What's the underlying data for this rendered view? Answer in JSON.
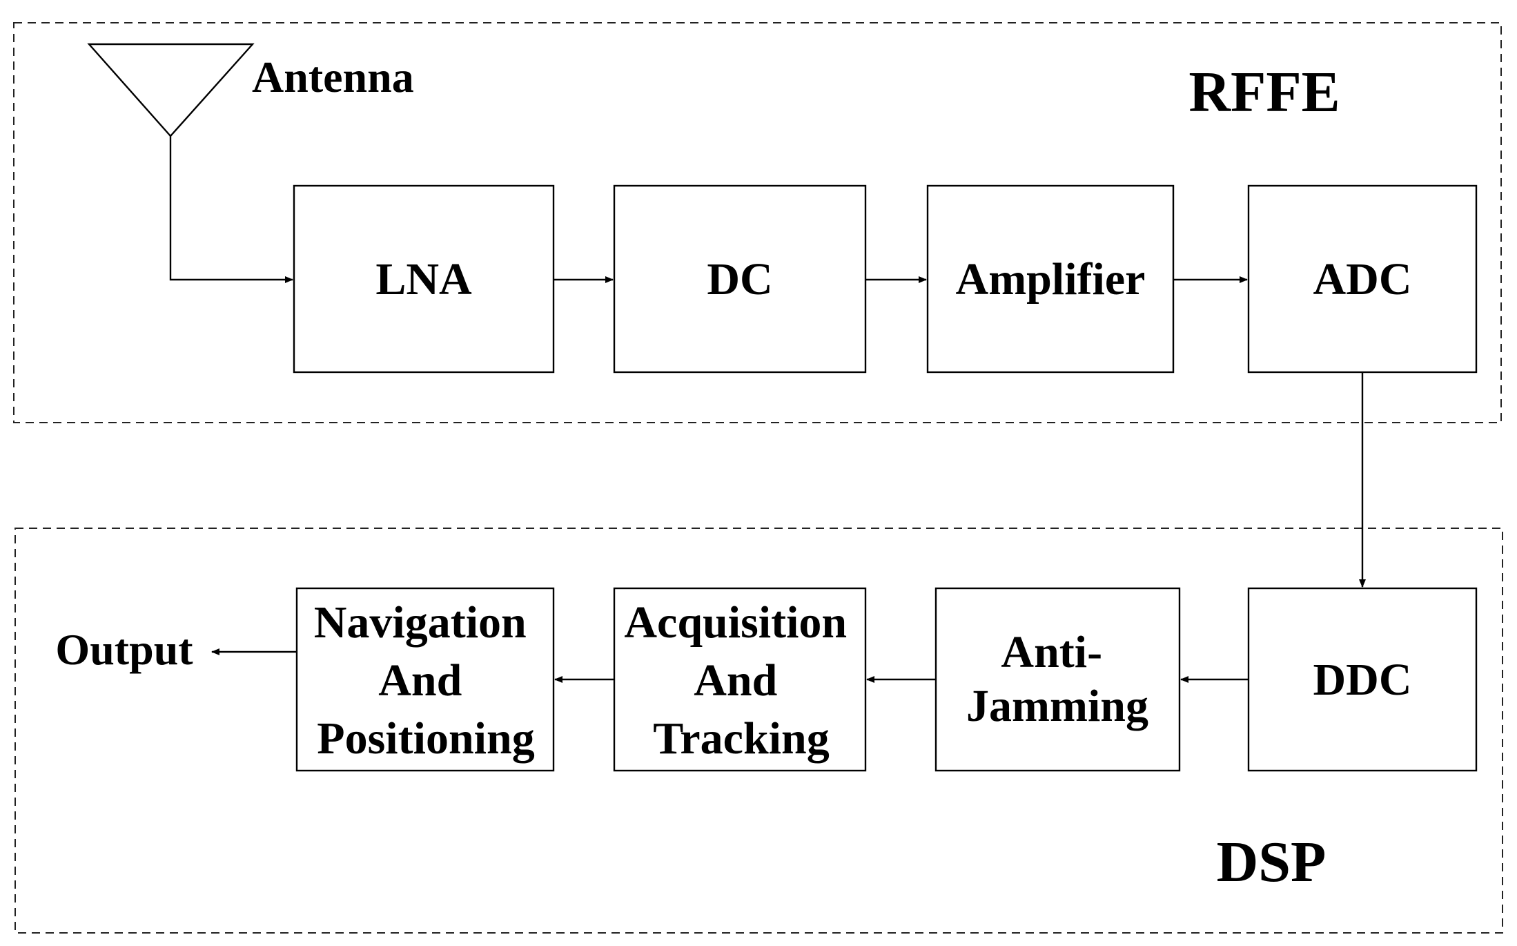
{
  "groups": {
    "rffe": {
      "label": "RFFE"
    },
    "dsp": {
      "label": "DSP"
    }
  },
  "labels": {
    "antenna": "Antenna",
    "output": "Output"
  },
  "blocks": {
    "lna": {
      "lines": [
        "LNA"
      ]
    },
    "dc": {
      "lines": [
        "DC"
      ]
    },
    "amplifier": {
      "lines": [
        "Amplifier"
      ]
    },
    "adc": {
      "lines": [
        "ADC"
      ]
    },
    "ddc": {
      "lines": [
        "DDC"
      ]
    },
    "anti_jamming": {
      "lines": [
        "Anti-",
        "Jamming"
      ]
    },
    "acquisition": {
      "lines": [
        "Acquisition",
        "And",
        "Tracking"
      ]
    },
    "navigation": {
      "lines": [
        "Navigation",
        "And",
        "Positioning"
      ]
    }
  }
}
